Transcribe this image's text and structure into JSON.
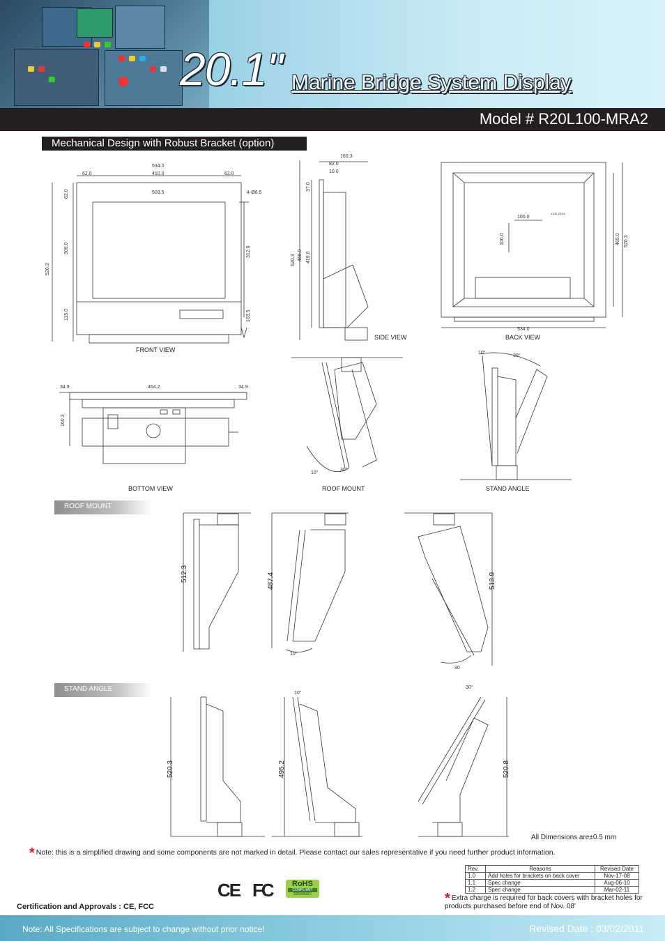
{
  "header": {
    "size": "20.1\"",
    "title": "Marine Bridge System Display",
    "model": "Model # R20L100-MRA2"
  },
  "section": {
    "mechanical": "Mechanical Design with Robust Bracket (option)"
  },
  "views": {
    "front": "FRONT VIEW",
    "side": "SIDE VIEW",
    "back": "BACK VIEW",
    "bottom": "BOTTOM VIEW",
    "roof_mount": "ROOF MOUNT",
    "stand_angle": "STAND ANGLE"
  },
  "sections": {
    "roof_mount": "ROOF MOUNT",
    "stand_angle": "STAND ANGLE"
  },
  "dims": {
    "front_width": "534.0",
    "front_side": "62.0",
    "front_center": "410.0",
    "front_inner": "503.5",
    "front_hole": "4-Ø6.5",
    "front_height": "520.3",
    "front_top": "62.0",
    "front_mid": "309.0",
    "front_bottom": "115.0",
    "front_right": "312.0",
    "front_right_bottom": "103.5",
    "side_total": "160.3",
    "side_a": "82.0",
    "side_b": "10.0",
    "side_c": "37.0",
    "side_h1": "520.3",
    "side_h2": "465.0",
    "side_h3": "419.0",
    "back_width": "534.0",
    "back_h1": "465.0",
    "back_h2": "520.3",
    "back_vesa": "100.0",
    "back_vesa_v": "100.0",
    "back_vesa_note": "4-M4 VESA",
    "bottom_left": "34.9",
    "bottom_center": "464.2",
    "bottom_right": "34.9",
    "bottom_depth": "160.3",
    "angle_10": "10°",
    "angle_30": "30°"
  },
  "roof_dims": [
    "512.3",
    "487.4",
    "513.9"
  ],
  "roof_angles": [
    "10°",
    "30"
  ],
  "stand_dims": [
    "520.3",
    "495.2",
    "520.8"
  ],
  "stand_angles": [
    "10°",
    "30°"
  ],
  "all_dimensions": "All Dimensions are±0.5 mm",
  "note": "Note: this is a simplified drawing and some components are not marked in detail.  Please contact our sales representative if you need further product information.",
  "revisions": {
    "headers": [
      "Rev.",
      "Reasons",
      "Revised Date"
    ],
    "rows": [
      [
        "1.0",
        "Add holes for brackets  on back cover",
        "Nov-17-08"
      ],
      [
        "1.1",
        "Spec change",
        "Aug-06-10"
      ],
      [
        "1.2",
        "Spec change",
        "Mar-02-11"
      ]
    ]
  },
  "extra_charge": "Extra charge is required for back covers with bracket holes for products purchased before end of Nov. 08'",
  "certification": "Certification and Approvals  :  CE, FCC",
  "logos": {
    "ce": "CE",
    "fc": "FC",
    "rohs": "RoHS",
    "rohs_compliant": "COMPLIANT",
    "rohs_code": "2002/95/EC"
  },
  "footer": {
    "notice": "Note: All Specifications are subject to change without prior notice!",
    "revised": "Revised Date : 03/02/2011"
  },
  "colors": {
    "header_blue": "#6ab6cf",
    "dark_bar": "#231f20",
    "accent_red": "#e01b24",
    "rohs_green": "#9bd04a"
  }
}
